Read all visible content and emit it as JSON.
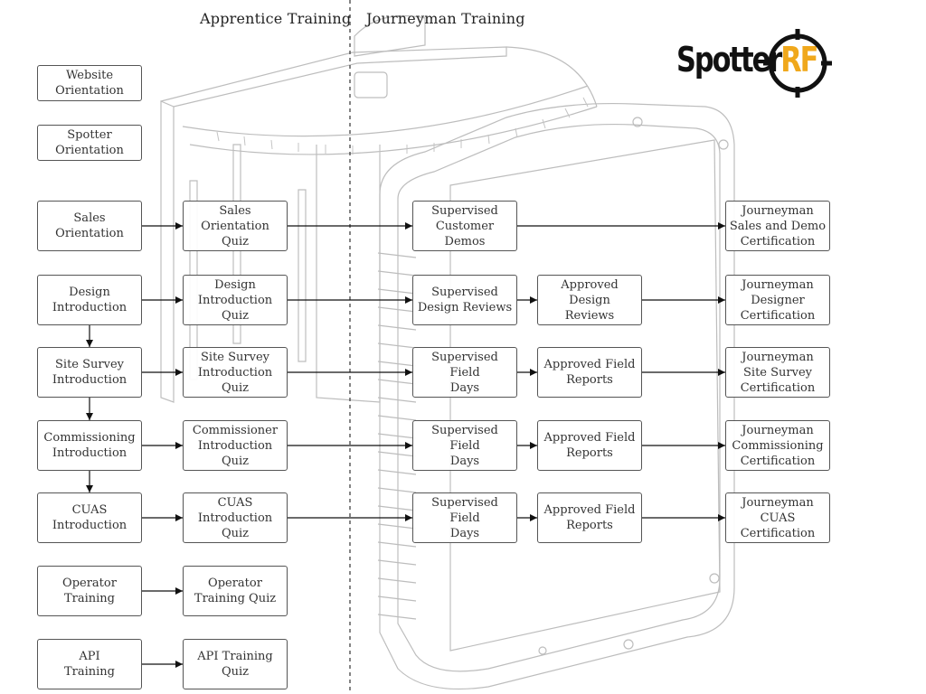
{
  "headers": {
    "left": "Apprentice Training",
    "right": "Journeyman Training"
  },
  "logo": {
    "text_primary": "Spotter",
    "text_accent": "RF",
    "accent_color": "#f0a81c",
    "primary_color": "#111111"
  },
  "nodes": [
    {
      "id": "website-orientation",
      "label": "Website\nOrientation"
    },
    {
      "id": "spotter-orientation",
      "label": "Spotter\nOrientation"
    },
    {
      "id": "sales-orientation",
      "label": "Sales\nOrientation"
    },
    {
      "id": "sales-orientation-quiz",
      "label": "Sales Orientation\nQuiz"
    },
    {
      "id": "supervised-customer-demos",
      "label": "Supervised\nCustomer Demos"
    },
    {
      "id": "journeyman-sales-demo-cert",
      "label": "Journeyman\nSales and Demo\nCertification"
    },
    {
      "id": "design-introduction",
      "label": "Design\nIntroduction"
    },
    {
      "id": "design-introduction-quiz",
      "label": "Design\nIntroduction Quiz"
    },
    {
      "id": "supervised-design-reviews",
      "label": "Supervised\nDesign Reviews"
    },
    {
      "id": "approved-design-reviews",
      "label": "Approved Design\nReviews"
    },
    {
      "id": "journeyman-designer-cert",
      "label": "Journeyman\nDesigner\nCertification"
    },
    {
      "id": "site-survey-introduction",
      "label": "Site Survey\nIntroduction"
    },
    {
      "id": "site-survey-introduction-quiz",
      "label": "Site Survey\nIntroduction Quiz"
    },
    {
      "id": "supervised-field-days-1",
      "label": "Supervised Field\nDays"
    },
    {
      "id": "approved-field-reports-1",
      "label": "Approved Field\nReports"
    },
    {
      "id": "journeyman-site-survey-cert",
      "label": "Journeyman\nSite Survey\nCertification"
    },
    {
      "id": "commissioning-introduction",
      "label": "Commissioning\nIntroduction"
    },
    {
      "id": "commissioner-introduction-quiz",
      "label": "Commissioner\nIntroduction Quiz"
    },
    {
      "id": "supervised-field-days-2",
      "label": "Supervised Field\nDays"
    },
    {
      "id": "approved-field-reports-2",
      "label": "Approved Field\nReports"
    },
    {
      "id": "journeyman-commissioning-cert",
      "label": "Journeyman\nCommissioning\nCertification"
    },
    {
      "id": "cuas-introduction",
      "label": "CUAS\nIntroduction"
    },
    {
      "id": "cuas-introduction-quiz",
      "label": "CUAS\nIntroduction Quiz"
    },
    {
      "id": "supervised-field-days-3",
      "label": "Supervised Field\nDays"
    },
    {
      "id": "approved-field-reports-3",
      "label": "Approved Field\nReports"
    },
    {
      "id": "journeyman-cuas-cert",
      "label": "Journeyman\nCUAS\nCertification"
    },
    {
      "id": "operator-training",
      "label": "Operator\nTraining"
    },
    {
      "id": "operator-training-quiz",
      "label": "Operator\nTraining Quiz"
    },
    {
      "id": "api-training",
      "label": "API\nTraining"
    },
    {
      "id": "api-training-quiz",
      "label": "API Training Quiz"
    }
  ],
  "edges": [
    {
      "from": "sales-orientation",
      "to": "sales-orientation-quiz"
    },
    {
      "from": "sales-orientation-quiz",
      "to": "supervised-customer-demos"
    },
    {
      "from": "supervised-customer-demos",
      "to": "journeyman-sales-demo-cert"
    },
    {
      "from": "design-introduction",
      "to": "design-introduction-quiz"
    },
    {
      "from": "design-introduction-quiz",
      "to": "supervised-design-reviews"
    },
    {
      "from": "supervised-design-reviews",
      "to": "approved-design-reviews"
    },
    {
      "from": "approved-design-reviews",
      "to": "journeyman-designer-cert"
    },
    {
      "from": "design-introduction",
      "to": "site-survey-introduction"
    },
    {
      "from": "site-survey-introduction",
      "to": "site-survey-introduction-quiz"
    },
    {
      "from": "site-survey-introduction-quiz",
      "to": "supervised-field-days-1"
    },
    {
      "from": "supervised-field-days-1",
      "to": "approved-field-reports-1"
    },
    {
      "from": "approved-field-reports-1",
      "to": "journeyman-site-survey-cert"
    },
    {
      "from": "site-survey-introduction",
      "to": "commissioning-introduction"
    },
    {
      "from": "commissioning-introduction",
      "to": "commissioner-introduction-quiz"
    },
    {
      "from": "commissioner-introduction-quiz",
      "to": "supervised-field-days-2"
    },
    {
      "from": "supervised-field-days-2",
      "to": "approved-field-reports-2"
    },
    {
      "from": "approved-field-reports-2",
      "to": "journeyman-commissioning-cert"
    },
    {
      "from": "commissioning-introduction",
      "to": "cuas-introduction"
    },
    {
      "from": "cuas-introduction",
      "to": "cuas-introduction-quiz"
    },
    {
      "from": "cuas-introduction-quiz",
      "to": "supervised-field-days-3"
    },
    {
      "from": "supervised-field-days-3",
      "to": "approved-field-reports-3"
    },
    {
      "from": "approved-field-reports-3",
      "to": "journeyman-cuas-cert"
    },
    {
      "from": "operator-training",
      "to": "operator-training-quiz"
    },
    {
      "from": "api-training",
      "to": "api-training-quiz"
    }
  ]
}
